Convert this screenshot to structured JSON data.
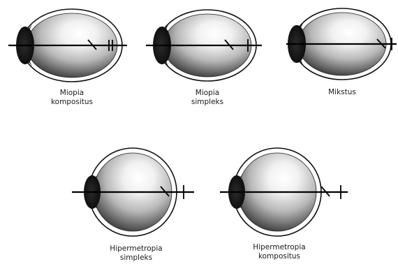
{
  "eyes": [
    {
      "id": "miopia-kompositus",
      "label_lines": [
        "Miopia",
        "kompositus"
      ]
    },
    {
      "id": "miopia-simpleks",
      "label_lines": [
        "Miopia",
        "simpleks"
      ]
    },
    {
      "id": "mikstus",
      "label_lines": [
        "Mikstus"
      ]
    },
    {
      "id": "hipermetropia-simpleks",
      "label_lines": [
        "Hipermetropia",
        "simpleks"
      ]
    },
    {
      "id": "hipermetropia-kompositus",
      "label_lines": [
        "Hipermetropia",
        "kompositus"
      ]
    }
  ]
}
